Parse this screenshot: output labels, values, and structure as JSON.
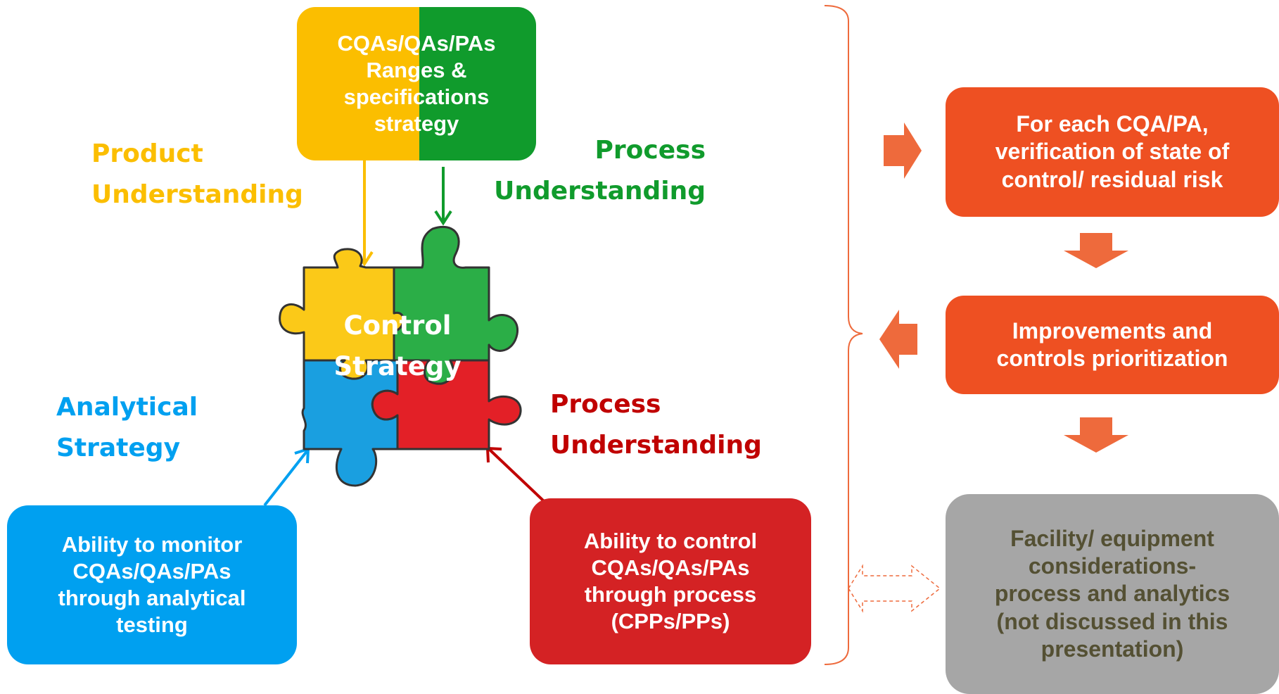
{
  "top_box": {
    "lines": [
      "CQAs/QAs/PAs",
      "Ranges &",
      "specifications",
      "strategy"
    ]
  },
  "product_label": {
    "lines": [
      "Product",
      "Understanding"
    ]
  },
  "process_label_green": {
    "lines": [
      "Process",
      "Understanding"
    ]
  },
  "analytical_label": {
    "lines": [
      "Analytical",
      "Strategy"
    ]
  },
  "process_label_red": {
    "lines": [
      "Process",
      "Understanding"
    ]
  },
  "puzzle_label": {
    "lines": [
      "Control",
      "Strategy"
    ]
  },
  "monitor_box": {
    "lines": [
      "Ability to monitor",
      "CQAs/QAs/PAs",
      "through analytical",
      "testing"
    ]
  },
  "control_box": {
    "lines": [
      "Ability to control",
      "CQAs/QAs/PAs",
      "through process",
      "(CPPs/PPs)"
    ]
  },
  "flow": {
    "step1": {
      "lines": [
        "For each CQA/PA,",
        "verification of state of",
        "control/ residual risk"
      ]
    },
    "step2": {
      "lines": [
        "Improvements and",
        "controls prioritization"
      ]
    },
    "step3": {
      "lines": [
        "Facility/ equipment",
        "considerations-",
        "process and analytics",
        "(not discussed in this",
        "presentation)"
      ]
    }
  },
  "colors": {
    "yellow": "#FBBE00",
    "green": "#109B2C",
    "blue": "#00A0F0",
    "red": "#D42224",
    "orange": "#EE5022",
    "gray": "#A6A6A6",
    "gray_text": "#545033"
  }
}
